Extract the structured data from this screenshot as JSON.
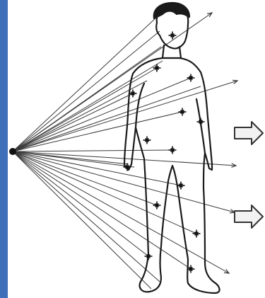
{
  "colors": {
    "background": "#ffffff",
    "source_panel": "#3f6fb8",
    "line_art": "#1a1a1a",
    "ray": "#3a3a3a",
    "hit_mark": "#111111",
    "arrow_fill": "#f2f2f2",
    "arrow_stroke": "#333333"
  },
  "icons": {
    "source": "point-source-dot-icon",
    "output_arrow": "hollow-right-arrow-icon",
    "hit": "interaction-burst-icon"
  },
  "diagram": {
    "ray_count": 20,
    "exiting_ray_count": 5,
    "hit_mark_count": 14,
    "output_arrow_count": 2
  }
}
